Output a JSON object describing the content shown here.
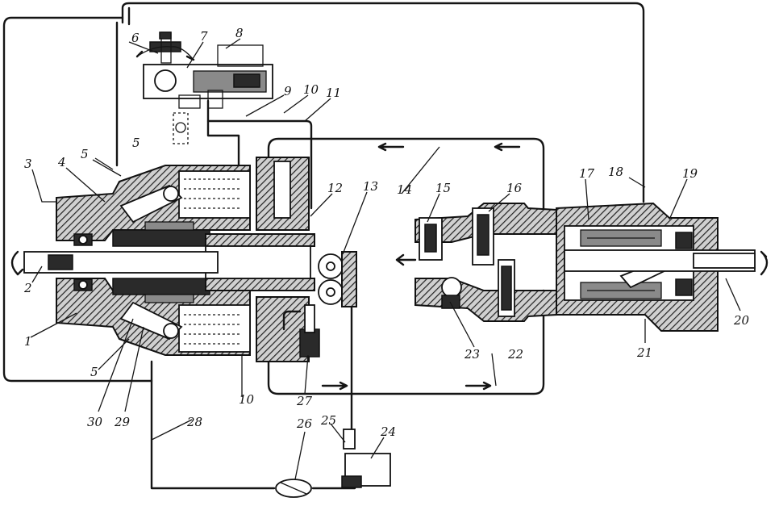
{
  "diagram": {
    "labels": [
      "1",
      "2",
      "3",
      "4",
      "5",
      "5",
      "5",
      "6",
      "7",
      "8",
      "9",
      "10",
      "10",
      "11",
      "12",
      "13",
      "14",
      "15",
      "16",
      "17",
      "18",
      "19",
      "20",
      "21",
      "22",
      "23",
      "24",
      "25",
      "26",
      "27",
      "28",
      "29",
      "30"
    ]
  }
}
